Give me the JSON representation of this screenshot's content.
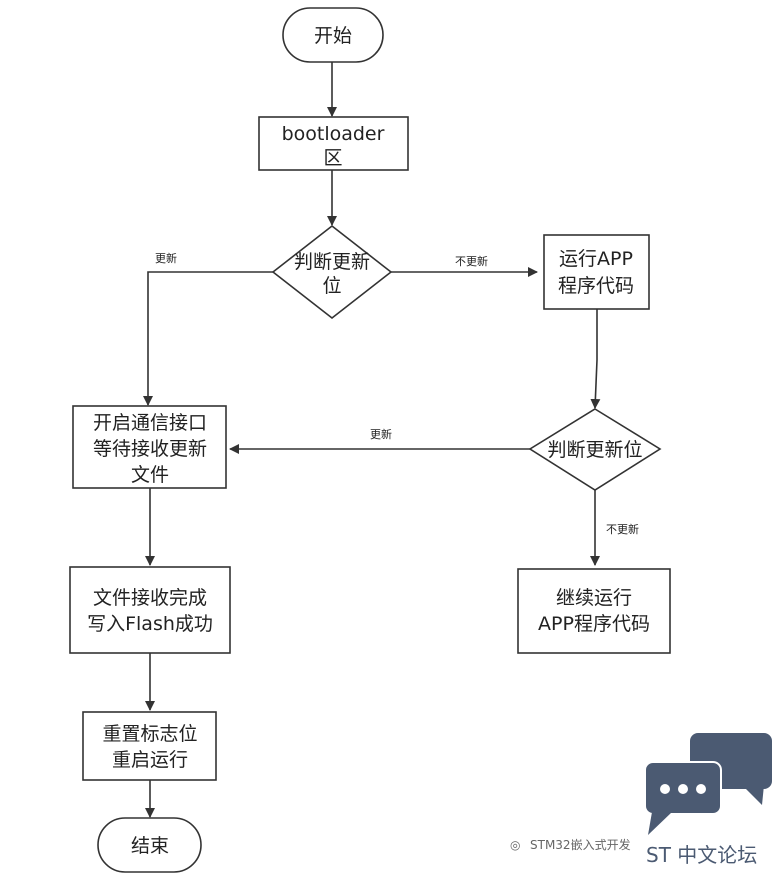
{
  "nodes": {
    "start": "开始",
    "bootloader_line1": "bootloader",
    "bootloader_line2": "区",
    "check1_line1": "判断更新",
    "check1_line2": "位",
    "run_app_line1": "运行APP",
    "run_app_line2": "程序代码",
    "check2": "判断更新位",
    "comm_line1": "开启通信接口",
    "comm_line2": "等待接收更新",
    "comm_line3": "文件",
    "continue_line1": "继续运行",
    "continue_line2": "APP程序代码",
    "recv_line1": "文件接收完成",
    "recv_line2": "写入Flash成功",
    "reset_line1": "重置标志位",
    "reset_line2": "重启运行",
    "end": "结束"
  },
  "edge_labels": {
    "check1_left": "更新",
    "check1_right": "不更新",
    "check2_left": "更新",
    "check2_down": "不更新"
  },
  "watermark": {
    "source": "STM32嵌入式开发",
    "brand": "ST 中文论坛",
    "logo_color_back": "#4b5a72",
    "logo_color_front": "#4b5a72",
    "logo_dot_color": "#ffffff"
  },
  "colors": {
    "stroke": "#333333",
    "text": "#222222"
  }
}
